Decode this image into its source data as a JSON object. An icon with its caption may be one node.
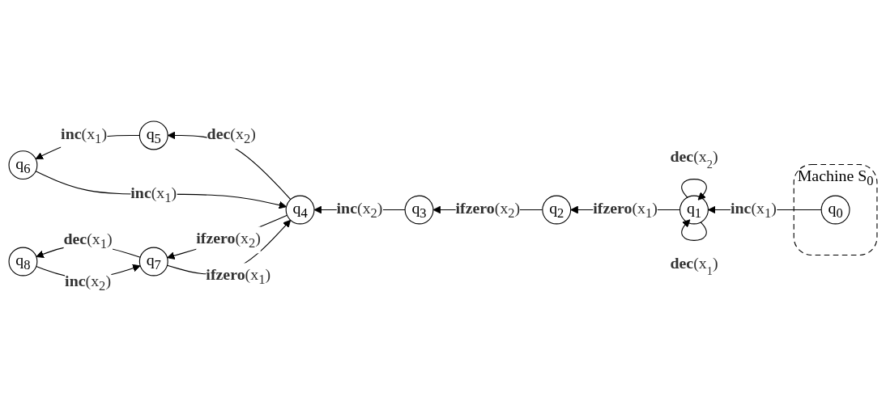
{
  "diagram": {
    "nodes": [
      {
        "text": [
          "Machine S$_{0}$"
        ]
      },
      {
        "text": [
          "q$_{0}$"
        ],
        "in": 0
      },
      {
        "text": [
          "q$_{1}$"
        ]
      },
      {
        "text": [
          "q$_{2}$"
        ]
      },
      {
        "text": [
          "q$_{3}$"
        ]
      },
      {
        "text": [
          "q$_{4}$"
        ]
      },
      {
        "text": [
          "q$_{5}$"
        ]
      },
      {
        "text": [
          "q$_{6}$"
        ]
      },
      {
        "text": [
          "q$_{7}$"
        ]
      },
      {
        "text": [
          "q$_{8}$"
        ]
      }
    ],
    "edges": [
      {
        "from": 1,
        "to": 2,
        "arrow": "to",
        "label": "**inc**(x$_{1}$)"
      },
      {
        "from": 2,
        "to": 2,
        "arrow": "to",
        "label": "**dec**(x$_{2}$)"
      },
      {
        "from": 2,
        "to": 2,
        "arrow": "to",
        "label": "**dec**(x$_{1}$)"
      },
      {
        "from": 2,
        "to": 3,
        "arrow": "to",
        "label": "**ifzero**(x$_{1}$)"
      },
      {
        "from": 3,
        "to": 4,
        "arrow": "to",
        "label": "**ifzero**(x$_{2}$)"
      },
      {
        "from": 4,
        "to": 5,
        "arrow": "to",
        "label": "**inc**(x$_{2}$)"
      },
      {
        "from": 5,
        "to": 6,
        "arrow": "to",
        "label": "**dec**(x$_{2}$)"
      },
      {
        "from": 6,
        "to": 7,
        "arrow": "to",
        "label": "**inc**(x$_{1}$)"
      },
      {
        "from": 7,
        "to": 5,
        "arrow": "to",
        "label": "**inc**(x$_{1}$)"
      },
      {
        "from": 5,
        "to": 8,
        "arrow": "to",
        "label": "**ifzero**(x$_{2}$)"
      },
      {
        "from": 8,
        "to": 5,
        "arrow": "to",
        "label": "**ifzero**(x$_{1}$)"
      },
      {
        "from": 9,
        "to": 8,
        "arrow": "to",
        "label": "**inc**(x$_{2}$)"
      },
      {
        "from": 8,
        "to": 9,
        "arrow": "to",
        "label": "**dec**(x$_{1}$)"
      }
    ]
  }
}
